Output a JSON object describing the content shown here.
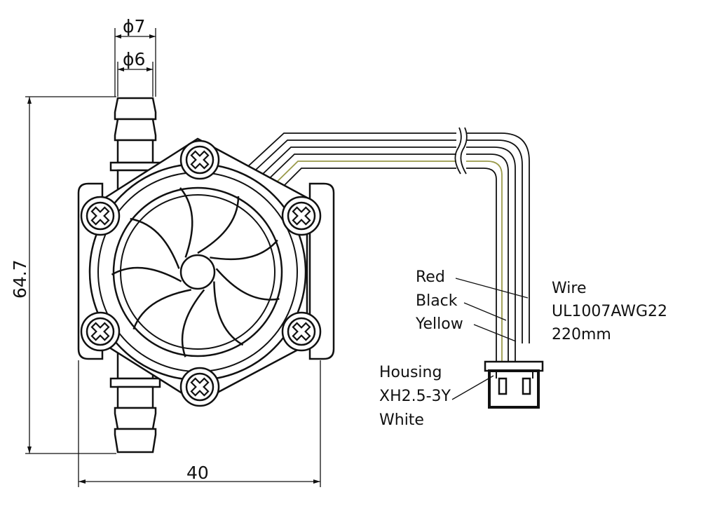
{
  "dimensions": {
    "outer_diameter": "ϕ7",
    "inner_diameter": "ϕ6",
    "height": "64.7",
    "width": "40"
  },
  "wires": {
    "red": "Red",
    "black": "Black",
    "yellow": "Yellow"
  },
  "wire_spec": {
    "line1": "Wire",
    "line2": "UL1007AWG22",
    "line3": "220mm"
  },
  "housing": {
    "line1": "Housing",
    "line2": "XH2.5-3Y",
    "line3": "White"
  },
  "colors": {
    "line": "#111111",
    "yellow_wire": "#9a9a4a"
  }
}
